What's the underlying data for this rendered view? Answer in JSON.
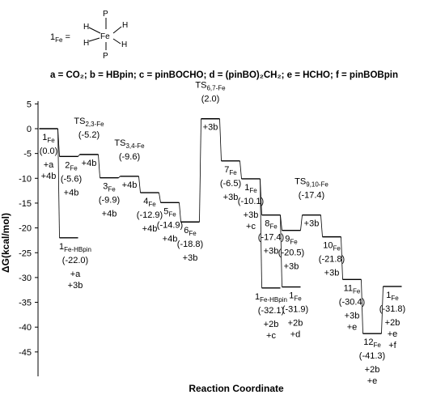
{
  "header": {
    "catalyst_label": "1",
    "catalyst_sub": "Fe",
    "equals": "=",
    "molecule": {
      "center": "Fe",
      "top": "P",
      "bottom": "P",
      "h1": "H",
      "h2": "H",
      "h3": "H",
      "h4": "H"
    },
    "legend": "a = CO₂;   b = HBpin;   c = pinBOCHO;   d = (pinBO)₂CH₂;   e = HCHO;   f = pinBOBpin"
  },
  "chart_data": {
    "type": "energy-profile",
    "ylabel": "ΔG(kcal/mol)",
    "xlabel": "Reaction Coordinate",
    "ylim": [
      -50,
      7.5
    ],
    "yticks": [
      5,
      0,
      -5,
      -10,
      -15,
      -20,
      -25,
      -30,
      -35,
      -40,
      -45
    ],
    "levels": [
      {
        "id": "s0",
        "t": 0.0,
        "base": "1",
        "sub": "Fe",
        "value": "(0.0)",
        "energy": 0.0,
        "species": [
          "+a",
          "+4b"
        ]
      },
      {
        "id": "s1",
        "t": 1.0,
        "base": "2",
        "sub": "Fe",
        "value": "(-5.6)",
        "energy": -5.6,
        "species": [
          "+4b"
        ]
      },
      {
        "id": "s1d",
        "t": 1.0,
        "base": "1",
        "sub": "Fe-HBpin",
        "value": "(-22.0)",
        "energy": -22.0,
        "species": [
          "+a",
          "+3b"
        ]
      },
      {
        "id": "ts23",
        "t": 2.0,
        "base": "TS",
        "sub": "2,3-Fe",
        "value": "(-5.2)",
        "energy": -5.2,
        "species": [
          "+4b"
        ]
      },
      {
        "id": "s3",
        "t": 3.0,
        "base": "3",
        "sub": "Fe",
        "value": "(-9.9)",
        "energy": -9.9,
        "species": [
          "+4b"
        ]
      },
      {
        "id": "ts34",
        "t": 4.0,
        "base": "TS",
        "sub": "3,4-Fe",
        "value": "(-9.6)",
        "energy": -9.6,
        "species": [
          "+4b"
        ]
      },
      {
        "id": "s4",
        "t": 5.0,
        "base": "4",
        "sub": "Fe",
        "value": "(-12.9)",
        "energy": -12.9,
        "species": [
          "+4b"
        ]
      },
      {
        "id": "s5",
        "t": 6.0,
        "base": "5",
        "sub": "Fe",
        "value": "(-14.9)",
        "energy": -14.9,
        "species": [
          "+4b"
        ]
      },
      {
        "id": "s6",
        "t": 7.0,
        "base": "6",
        "sub": "Fe",
        "value": "(-18.8)",
        "energy": -18.8,
        "species": [
          "+3b"
        ]
      },
      {
        "id": "ts67",
        "t": 8.0,
        "base": "TS",
        "sub": "6,7-Fe",
        "value": "(2.0)",
        "energy": 2.0,
        "species": [
          "+3b"
        ]
      },
      {
        "id": "s7",
        "t": 9.0,
        "base": "7",
        "sub": "Fe",
        "value": "(-6.5)",
        "energy": -6.5,
        "species": [
          "+3b"
        ]
      },
      {
        "id": "s1b",
        "t": 10.0,
        "base": "1",
        "sub": "Fe",
        "value": "(-10.1)",
        "energy": -10.1,
        "species": [
          "+3b",
          "+c"
        ]
      },
      {
        "id": "s8",
        "t": 11.0,
        "base": "8",
        "sub": "Fe",
        "value": "(-17.4)",
        "energy": -17.4,
        "species": [
          "+3b"
        ]
      },
      {
        "id": "s1h",
        "t": 11.0,
        "base": "1",
        "sub": "Fe-HBpin",
        "value": "(-32.1)",
        "energy": -32.1,
        "species": [
          "+2b",
          "+c"
        ]
      },
      {
        "id": "s9",
        "t": 12.0,
        "base": "9",
        "sub": "Fe",
        "value": "(-20.5)",
        "energy": -20.5,
        "species": [
          "+3b"
        ]
      },
      {
        "id": "s1c",
        "t": 12.0,
        "base": "1",
        "sub": "Fe",
        "value": "(-31.9)",
        "energy": -31.9,
        "species": [
          "+2b",
          "+d"
        ]
      },
      {
        "id": "ts910",
        "t": 13.0,
        "base": "TS",
        "sub": "9,10-Fe",
        "value": "(-17.4)",
        "energy": -17.4,
        "species": [
          "+3b"
        ]
      },
      {
        "id": "s10",
        "t": 14.0,
        "base": "10",
        "sub": "Fe",
        "value": "(-21.8)",
        "energy": -21.8,
        "species": [
          "+3b"
        ]
      },
      {
        "id": "s11",
        "t": 15.0,
        "base": "11",
        "sub": "Fe",
        "value": "(-30.4)",
        "energy": -30.4,
        "species": [
          "+3b",
          "+e"
        ]
      },
      {
        "id": "s12",
        "t": 16.0,
        "base": "12",
        "sub": "Fe",
        "value": "(-41.3)",
        "energy": -41.3,
        "species": [
          "+2b",
          "+e"
        ]
      },
      {
        "id": "s1e",
        "t": 17.0,
        "base": "1",
        "sub": "Fe",
        "value": "(-31.8)",
        "energy": -31.8,
        "species": [
          "+2b",
          "+e",
          "+f"
        ]
      }
    ],
    "connections": [
      [
        "s0",
        "s1"
      ],
      [
        "s0",
        "s1d"
      ],
      [
        "s1",
        "ts23"
      ],
      [
        "ts23",
        "s3"
      ],
      [
        "s3",
        "ts34"
      ],
      [
        "ts34",
        "s4"
      ],
      [
        "s4",
        "s5"
      ],
      [
        "s5",
        "s6"
      ],
      [
        "s6",
        "ts67"
      ],
      [
        "ts67",
        "s7"
      ],
      [
        "s7",
        "s1b"
      ],
      [
        "s1b",
        "s8"
      ],
      [
        "s1b",
        "s1h"
      ],
      [
        "s8",
        "s9"
      ],
      [
        "s8",
        "s1c"
      ],
      [
        "s9",
        "ts910"
      ],
      [
        "ts910",
        "s10"
      ],
      [
        "s10",
        "s11"
      ],
      [
        "s11",
        "s12"
      ],
      [
        "s12",
        "s1e"
      ]
    ]
  }
}
